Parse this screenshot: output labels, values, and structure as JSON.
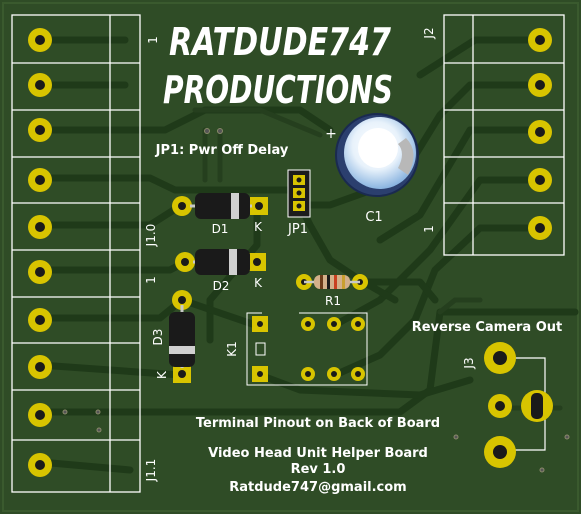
{
  "board": {
    "title_line1": "RATDUDE747",
    "title_line2": "PRODUCTIONS",
    "jp1_desc": "JP1: Pwr Off Delay",
    "note": "Terminal Pinout on Back of Board",
    "name": "Video Head Unit Helper Board",
    "rev": "Rev 1.0",
    "email": "Ratdude747@gmail.com",
    "reverse_camera": "Reverse Camera Out"
  },
  "refs": {
    "j1_0": "J1.0",
    "j1_1": "J1.1",
    "j2": "J2",
    "j3": "J3",
    "d1": "D1",
    "d2": "D2",
    "d3": "D3",
    "jp1": "JP1",
    "c1": "C1",
    "r1": "R1",
    "k1": "K1"
  },
  "pin_marks": {
    "one": "1",
    "k": "K",
    "plus": "+"
  },
  "colors": {
    "board": "#2d4a24",
    "copper": "#223d1c",
    "pad": "#d8c400",
    "silk": "#ffffff"
  }
}
